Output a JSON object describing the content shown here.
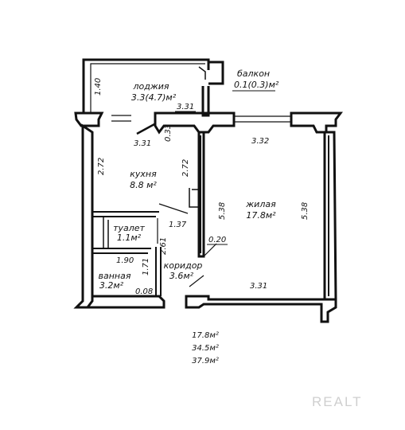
{
  "rooms": {
    "loggia": {
      "name": "лоджия",
      "area": "3.3(4.7)м²"
    },
    "balcony": {
      "name": "балкон",
      "area": "0.1(0.3)м²"
    },
    "kitchen": {
      "name": "кухня",
      "area": "8.8 м²"
    },
    "living": {
      "name": "жилая",
      "area": "17.8м²"
    },
    "toilet": {
      "name": "туалет",
      "area": "1.1м²"
    },
    "bathroom": {
      "name": "ванная",
      "area": "3.2м²"
    },
    "corridor": {
      "name": "коридор",
      "area": "3.6м²"
    }
  },
  "dimensions": {
    "loggia_depth": "1.40",
    "loggia_width": "3.31",
    "kitchen_top": "3.31",
    "wall_thickness": "0.33",
    "kitchen_left": "2.72",
    "kitchen_right": "2.72",
    "living_top": "3.32",
    "living_left": "5.38",
    "living_right": "5.38",
    "living_bottom": "3.31",
    "partition": "1.37",
    "toilet_width": "1.90",
    "toilet_height": "2.61",
    "bath_height": "1.71",
    "corridor_gap": "0.20",
    "bath_gap": "0.08"
  },
  "totals": {
    "living_area": "17.8м²",
    "total_area": "34.5м²",
    "total_with_loggia": "37.9м²"
  },
  "watermark": "REALT",
  "colors": {
    "walls": "#111111",
    "watermark": "#cfcfcf"
  }
}
